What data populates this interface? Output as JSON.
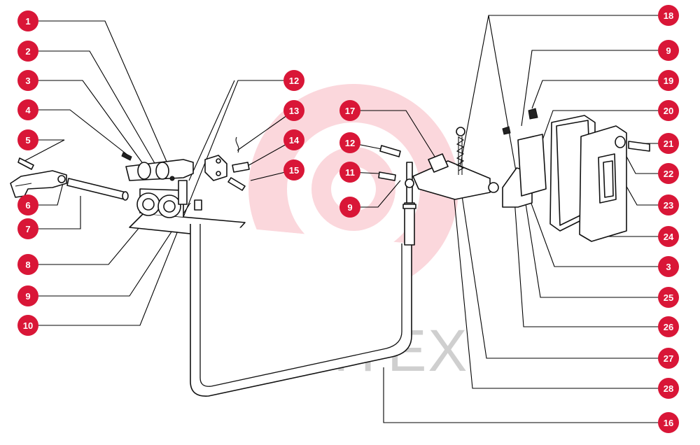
{
  "watermark": {
    "text": "ИНТЕХ",
    "color": "#e8102e"
  },
  "callout_color": "#d91637",
  "callouts": [
    "1",
    "2",
    "3",
    "4",
    "5",
    "6",
    "7",
    "8",
    "9",
    "10",
    "12",
    "13",
    "14",
    "15",
    "17",
    "12",
    "11",
    "9",
    "18",
    "9",
    "19",
    "20",
    "21",
    "22",
    "23",
    "24",
    "3",
    "25",
    "26",
    "27",
    "28",
    "16"
  ]
}
